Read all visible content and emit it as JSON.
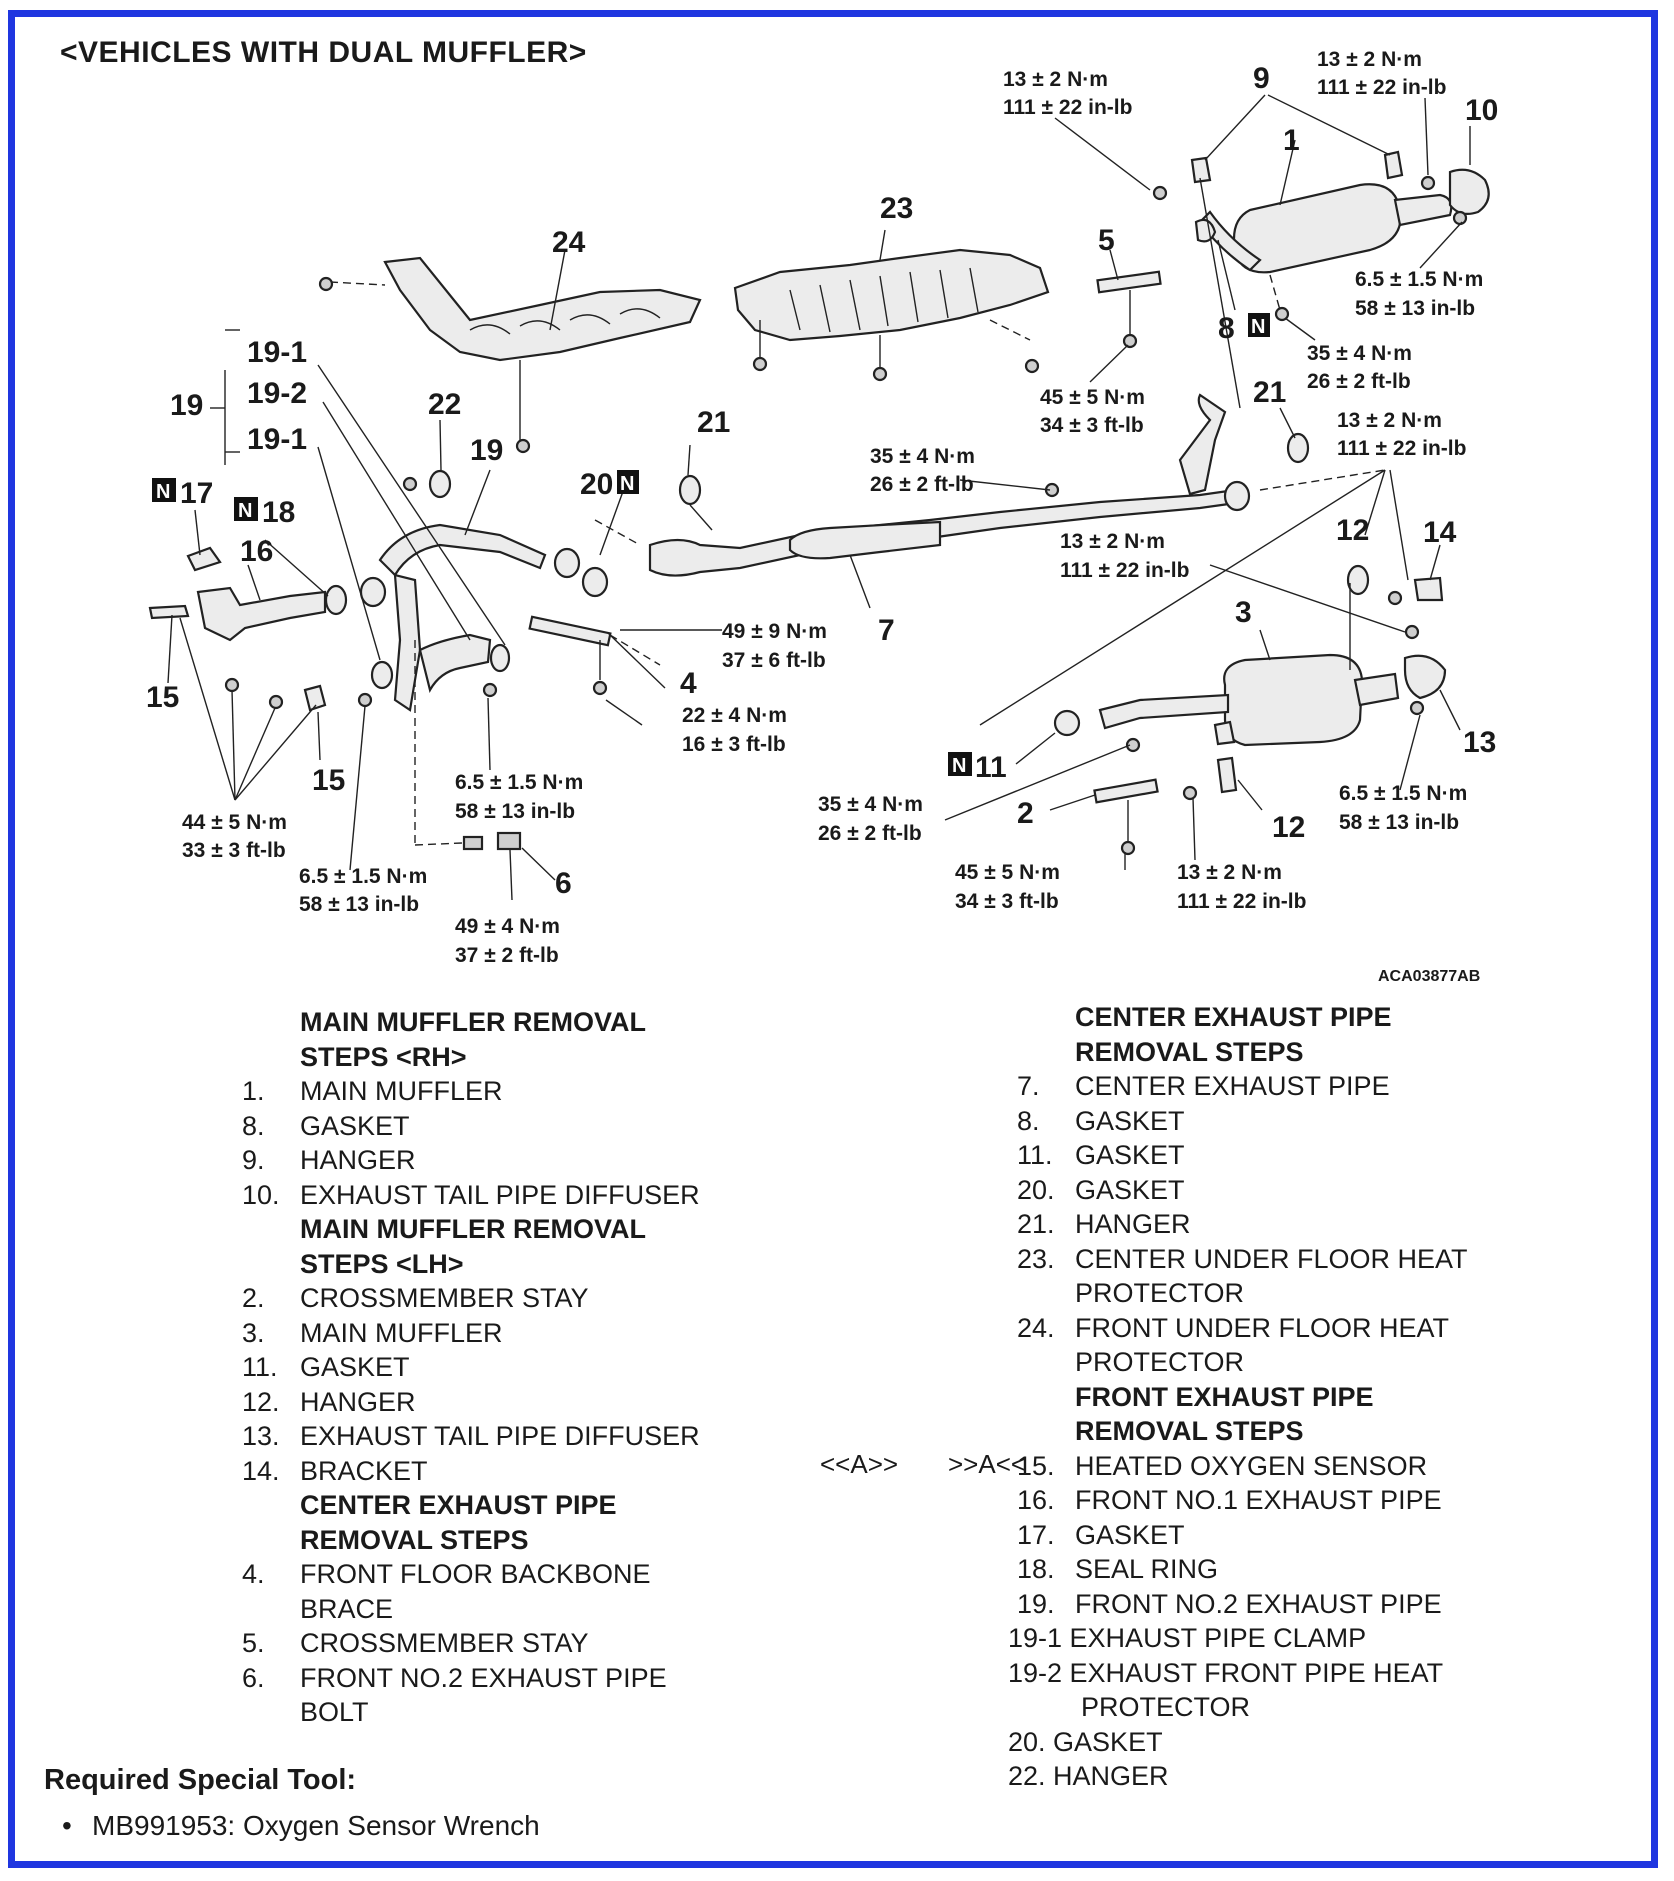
{
  "heading": "<VEHICLES WITH DUAL MUFFLER>",
  "diagram": {
    "figure_code": "ACA03877AB",
    "part_labels": [
      "1",
      "2",
      "3",
      "4",
      "5",
      "6",
      "7",
      "8",
      "9",
      "10",
      "11",
      "12",
      "12",
      "13",
      "14",
      "15",
      "15",
      "16",
      "17",
      "18",
      "19",
      "19-1",
      "19-2",
      "19-1",
      "19",
      "20",
      "21",
      "21",
      "22",
      "23",
      "24"
    ],
    "new_part_marker": "N",
    "torques": [
      {
        "nm": "13 ± 2 N·m",
        "imp": "111 ± 22 in-lb"
      },
      {
        "nm": "13 ± 2 N·m",
        "imp": "111 ± 22 in-lb"
      },
      {
        "nm": "6.5 ± 1.5 N·m",
        "imp": "58 ± 13 in-lb"
      },
      {
        "nm": "35 ± 4 N·m",
        "imp": "26 ± 2 ft-lb"
      },
      {
        "nm": "45 ± 5 N·m",
        "imp": "34 ± 3 ft-lb"
      },
      {
        "nm": "13 ± 2 N·m",
        "imp": "111 ± 22 in-lb"
      },
      {
        "nm": "35 ± 4 N·m",
        "imp": "26 ± 2 ft-lb"
      },
      {
        "nm": "13 ± 2 N·m",
        "imp": "111 ± 22 in-lb"
      },
      {
        "nm": "49 ± 9 N·m",
        "imp": "37 ± 6 ft-lb"
      },
      {
        "nm": "22 ± 4 N·m",
        "imp": "16 ± 3 ft-lb"
      },
      {
        "nm": "6.5 ± 1.5 N·m",
        "imp": "58 ± 13 in-lb"
      },
      {
        "nm": "35 ± 4 N·m",
        "imp": "26 ± 2 ft-lb"
      },
      {
        "nm": "6.5 ± 1.5 N·m",
        "imp": "58 ± 13 in-lb"
      },
      {
        "nm": "44 ± 5 N·m",
        "imp": "33 ± 3 ft-lb"
      },
      {
        "nm": "6.5 ± 1.5 N·m",
        "imp": "58 ± 13 in-lb"
      },
      {
        "nm": "49 ± 4 N·m",
        "imp": "37 ± 2 ft-lb"
      },
      {
        "nm": "45 ± 5 N·m",
        "imp": "34 ± 3 ft-lb"
      },
      {
        "nm": "13 ± 2 N·m",
        "imp": "111 ± 22 in-lb"
      }
    ]
  },
  "left_column": {
    "main_muffler_rh_title_1": "MAIN MUFFLER REMOVAL",
    "main_muffler_rh_title_2": "STEPS <RH>",
    "rh_steps": [
      {
        "num": "1.",
        "text": "MAIN MUFFLER"
      },
      {
        "num": "8.",
        "text": "GASKET"
      },
      {
        "num": "9.",
        "text": "HANGER"
      },
      {
        "num": "10.",
        "text": "EXHAUST TAIL PIPE DIFFUSER"
      }
    ],
    "main_muffler_lh_title_1": "MAIN MUFFLER REMOVAL",
    "main_muffler_lh_title_2": "STEPS <LH>",
    "lh_steps": [
      {
        "num": "2.",
        "text": "CROSSMEMBER STAY"
      },
      {
        "num": "3.",
        "text": "MAIN MUFFLER"
      },
      {
        "num": "11.",
        "text": "GASKET"
      },
      {
        "num": "12.",
        "text": "HANGER"
      },
      {
        "num": "13.",
        "text": "EXHAUST TAIL PIPE DIFFUSER"
      },
      {
        "num": "14.",
        "text": "BRACKET"
      }
    ],
    "center_title_1": "CENTER EXHAUST PIPE",
    "center_title_2": "REMOVAL STEPS",
    "center_steps": [
      {
        "num": "4.",
        "text": "FRONT FLOOR BACKBONE",
        "cont": "BRACE"
      },
      {
        "num": "5.",
        "text": "CROSSMEMBER STAY"
      },
      {
        "num": "6.",
        "text": "FRONT NO.2 EXHAUST PIPE",
        "cont": "BOLT"
      }
    ]
  },
  "refs": {
    "a1": "<<A>>",
    "a2": ">>A<<"
  },
  "right_column": {
    "center_title_1": "CENTER EXHAUST PIPE",
    "center_title_2": "REMOVAL STEPS",
    "center_steps": [
      {
        "num": "7.",
        "text": "CENTER EXHAUST PIPE"
      },
      {
        "num": "8.",
        "text": "GASKET"
      },
      {
        "num": "11.",
        "text": "GASKET"
      },
      {
        "num": "20.",
        "text": "GASKET"
      },
      {
        "num": "21.",
        "text": "HANGER"
      },
      {
        "num": "23.",
        "text": "CENTER UNDER FLOOR HEAT",
        "cont": "PROTECTOR"
      },
      {
        "num": "24.",
        "text": "FRONT UNDER FLOOR HEAT",
        "cont": "PROTECTOR"
      }
    ],
    "front_title_1": "FRONT EXHAUST PIPE",
    "front_title_2": "REMOVAL STEPS",
    "front_steps": [
      {
        "num": "15.",
        "text": "HEATED OXYGEN SENSOR"
      },
      {
        "num": "16.",
        "text": "FRONT NO.1 EXHAUST PIPE"
      },
      {
        "num": "17.",
        "text": "GASKET"
      },
      {
        "num": "18.",
        "text": "SEAL RING"
      },
      {
        "num": "19.",
        "text": "FRONT NO.2 EXHAUST PIPE"
      }
    ],
    "sub_1": "19-1 EXHAUST PIPE CLAMP",
    "sub_2": "19-2 EXHAUST FRONT PIPE HEAT",
    "sub_2_cont": "PROTECTOR",
    "extra_1": "20. GASKET",
    "extra_2": "22. HANGER"
  },
  "special_tool": {
    "title": "Required Special Tool:",
    "bullet": "•",
    "item": "MB991953: Oxygen Sensor Wrench"
  }
}
